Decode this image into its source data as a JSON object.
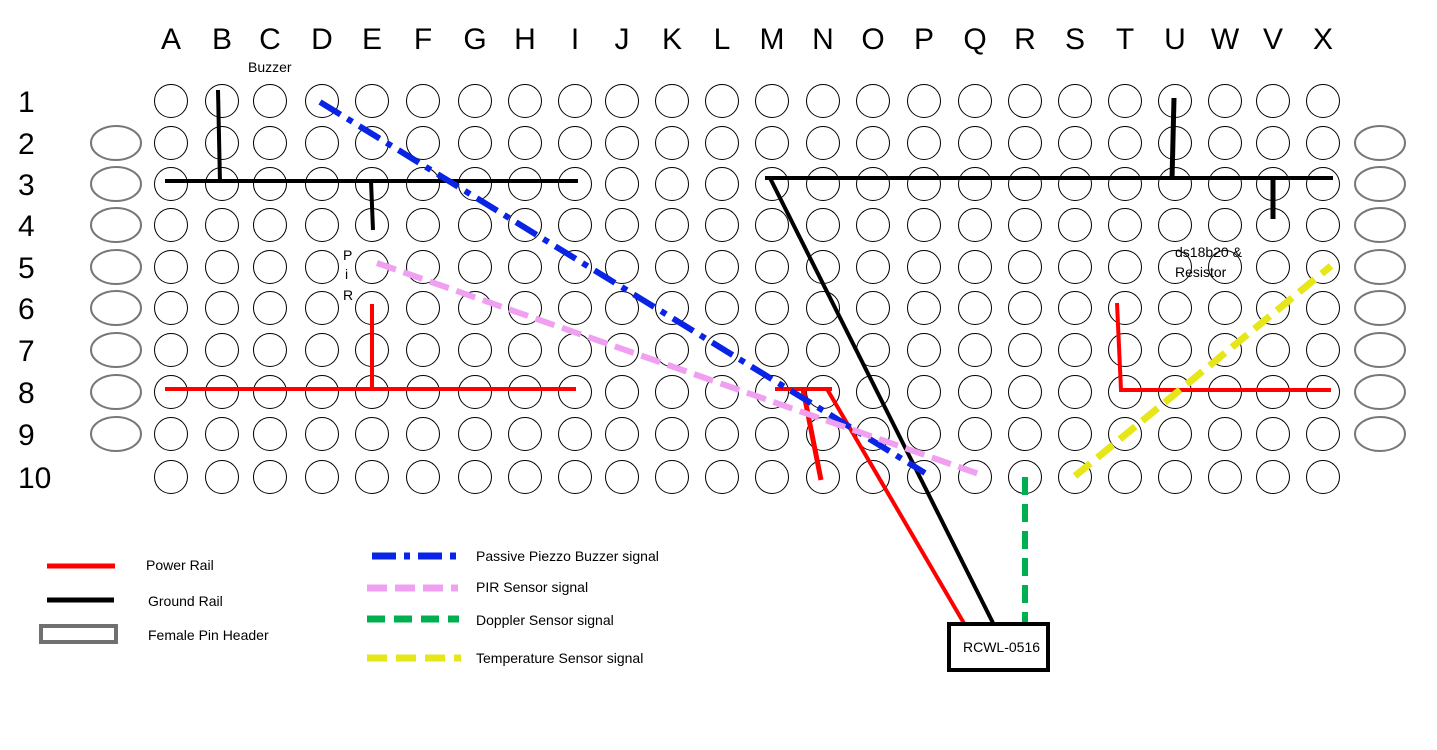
{
  "columns": [
    "A",
    "B",
    "C",
    "D",
    "E",
    "F",
    "G",
    "H",
    "I",
    "J",
    "K",
    "L",
    "M",
    "N",
    "O",
    "P",
    "Q",
    "R",
    "S",
    "T",
    "U",
    "W",
    "V",
    "X"
  ],
  "rows": [
    "1",
    "2",
    "3",
    "4",
    "5",
    "6",
    "7",
    "8",
    "9",
    "10"
  ],
  "labels": {
    "buzzer": "Buzzer",
    "pir": [
      "P",
      "i",
      "R"
    ],
    "ds18b20": "ds18b20  &",
    "resistor": "Resistor",
    "rcwl": "RCWL-0516"
  },
  "legend": [
    {
      "label": "Power Rail",
      "color": "#ff0000",
      "style": "solid"
    },
    {
      "label": "Ground Rail",
      "color": "#000000",
      "style": "solid"
    },
    {
      "label": "Female Pin Header",
      "color": "#707070",
      "style": "box"
    },
    {
      "label": "Passive Piezzo Buzzer signal",
      "color": "#0a24e6",
      "style": "dashdot"
    },
    {
      "label": "PIR Sensor signal",
      "color": "#f0a0f0",
      "style": "dash"
    },
    {
      "label": "Doppler Sensor signal",
      "color": "#00b050",
      "style": "dash"
    },
    {
      "label": "Temperature Sensor signal",
      "color": "#e6e619",
      "style": "dash"
    }
  ],
  "colors": {
    "power": "#ff0000",
    "ground": "#000000",
    "buzzer_signal": "#0a24e6",
    "pir_signal": "#f0a0f0",
    "doppler_signal": "#00b050",
    "temp_signal": "#e6e619",
    "pin_header": "#707070"
  }
}
